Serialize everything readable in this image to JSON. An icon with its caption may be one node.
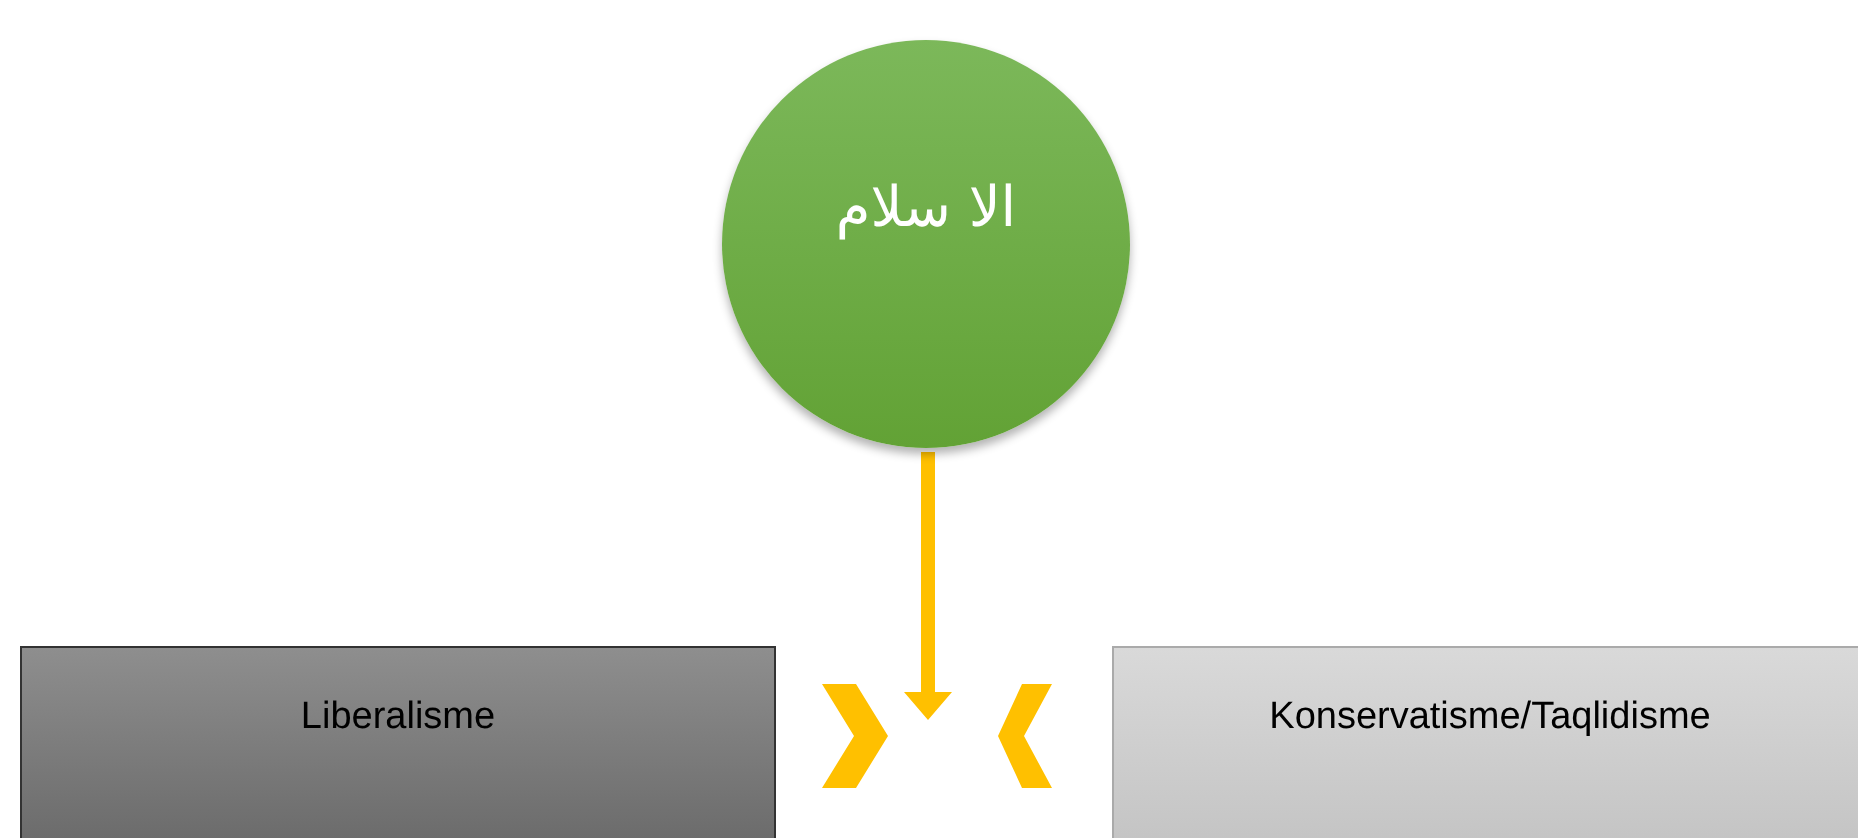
{
  "diagram": {
    "nodes": [
      {
        "text": [
          "الا سلام"
        ]
      },
      {
        "text": [
          "Liberalisme"
        ]
      },
      {
        "text": [
          "Konservatisme/Taqlidisme"
        ]
      }
    ],
    "edges": [
      {
        "from": 0,
        "to": null,
        "arrow": "to"
      },
      {
        "from": 1,
        "to": null,
        "arrow": "to"
      },
      {
        "from": 2,
        "to": null,
        "arrow": "to"
      }
    ]
  }
}
